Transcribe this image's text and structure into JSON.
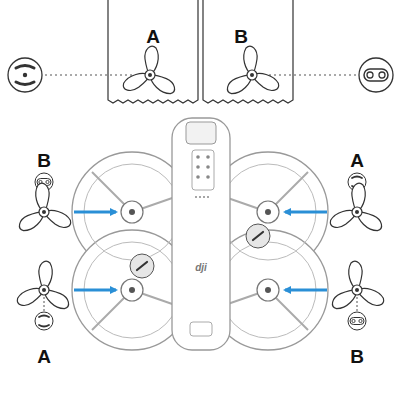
{
  "diagram": {
    "labels": [
      "A",
      "B",
      "B",
      "A",
      "dji",
      "A",
      "B"
    ]
  }
}
